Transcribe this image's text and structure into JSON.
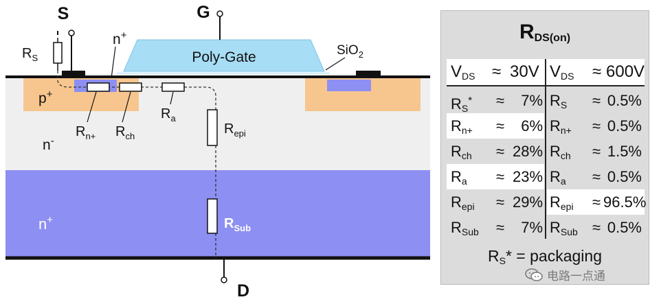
{
  "diagram": {
    "terminals": {
      "source": "S",
      "gate": "G",
      "drain": "D"
    },
    "labels": {
      "poly_gate": "Poly-Gate",
      "oxide": "SiO",
      "oxide_sub": "2",
      "p_plus": "p",
      "n_plus_top": "n",
      "n_minus": "n",
      "n_plus_substrate": "n",
      "plus_sign": "+",
      "minus_sign": "-"
    },
    "resistors": {
      "rs": {
        "main": "R",
        "sub": "S"
      },
      "rnplus": {
        "main": "R",
        "sub": "n+"
      },
      "rch": {
        "main": "R",
        "sub": "ch"
      },
      "ra": {
        "main": "R",
        "sub": "a"
      },
      "repi": {
        "main": "R",
        "sub": "epi"
      },
      "rsub": {
        "main": "R",
        "sub": "Sub"
      }
    },
    "colors": {
      "gate": "#a7ddf5",
      "p_region": "#f7c68e",
      "n_minus": "#efefef",
      "n_plus_substrate": "#8d8ff2",
      "n_plus_pocket": "#8d8ff2",
      "metal": "#111111"
    }
  },
  "table": {
    "title": "R",
    "title_sub": "DS(on)",
    "approx": "≈",
    "headers": [
      {
        "sym": "V",
        "sub": "DS",
        "value": "30V"
      },
      {
        "sym": "V",
        "sub": "DS",
        "value": "600V"
      }
    ],
    "rows": [
      {
        "sym": "R",
        "sub": "S",
        "mark": "*",
        "v30": "7%",
        "v600": "0.5%"
      },
      {
        "sym": "R",
        "sub": "n+",
        "mark": "",
        "v30": "6%",
        "v600": "0.5%"
      },
      {
        "sym": "R",
        "sub": "ch",
        "mark": "",
        "v30": "28%",
        "v600": "1.5%"
      },
      {
        "sym": "R",
        "sub": "a",
        "mark": "",
        "v30": "23%",
        "v600": "0.5%"
      },
      {
        "sym": "R",
        "sub": "epi",
        "mark": "",
        "v30": "29%",
        "v600": "96.5%"
      },
      {
        "sym": "R",
        "sub": "Sub",
        "mark": "",
        "v30": "7%",
        "v600": "0.5%"
      }
    ],
    "footnote": {
      "sym": "R",
      "sub": "S",
      "text": "* = packaging"
    }
  },
  "watermark": "电路一点通"
}
